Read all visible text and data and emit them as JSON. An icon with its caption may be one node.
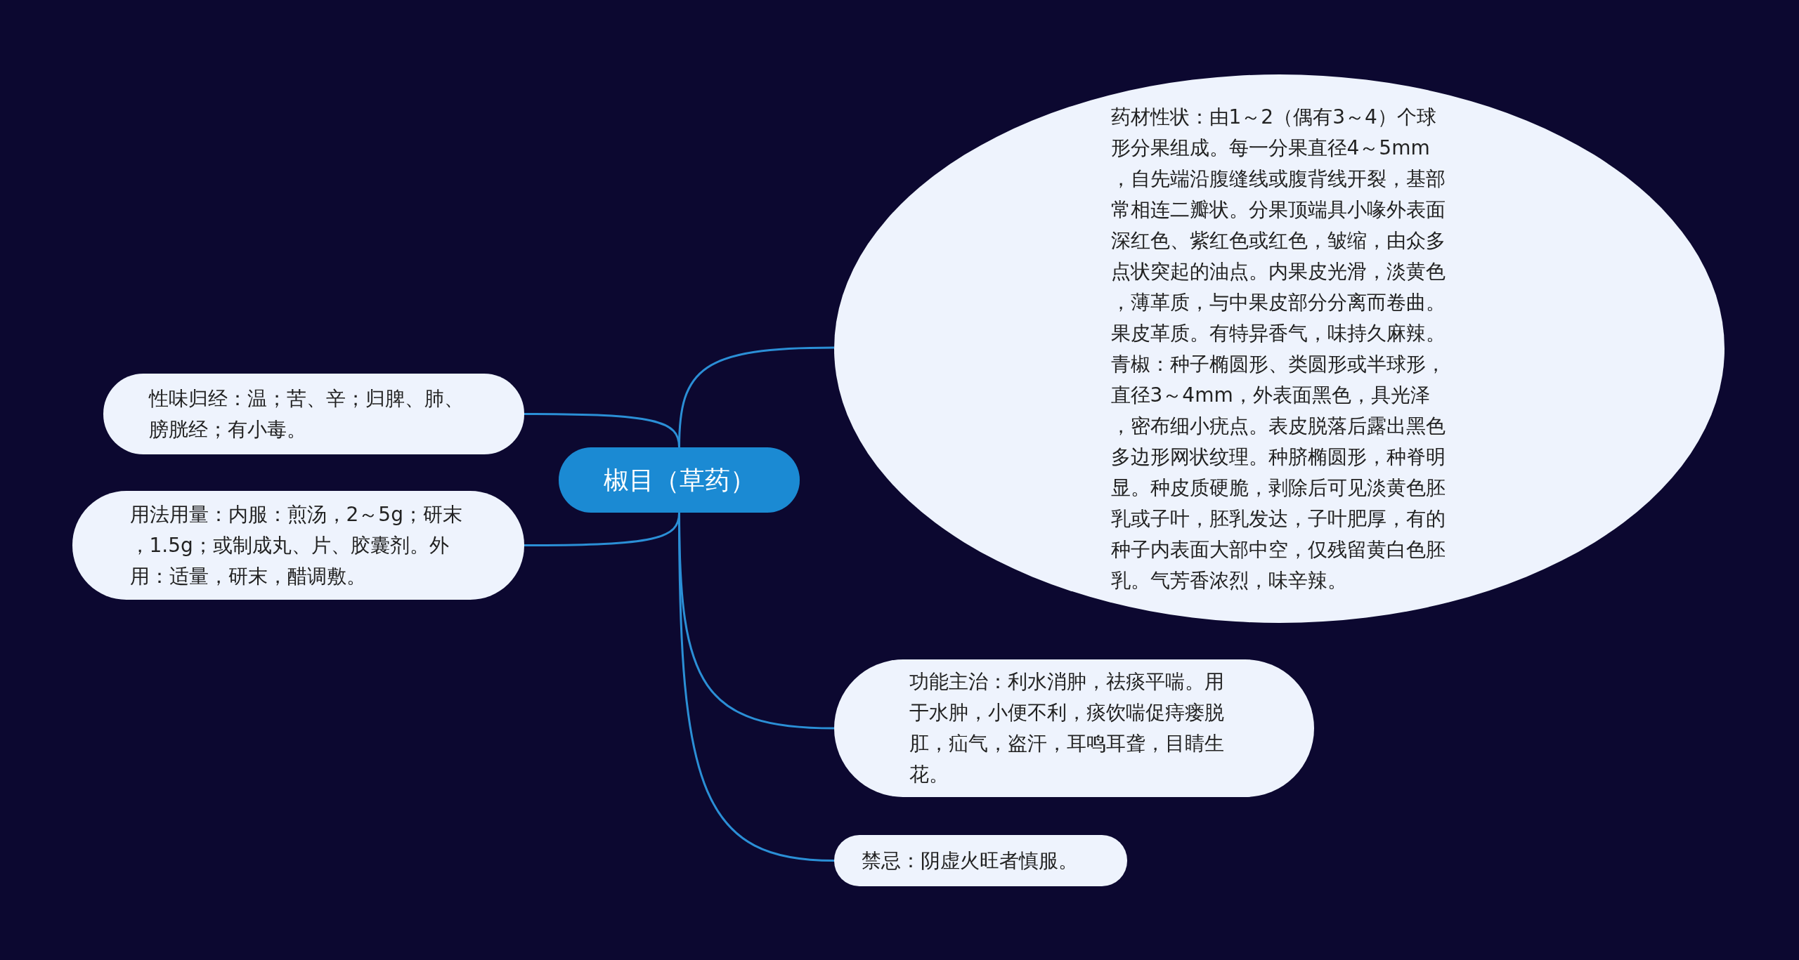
{
  "diagram": {
    "nodes": [
      {
        "text": [
          "椒目（草药）"
        ]
      },
      {
        "text": [
          "药材性状：由1～2（偶有3～4）个球形分果组成。每一分果直径4～5mm，自先端沿腹缝线或腹背线开裂，基部常相连二瓣状。分果顶端具小喙外表面深红色、紫红色或红色，皱缩，由众多点状突起的油点。内果皮光滑，淡黄色，薄革质，与中果皮部分分离而卷曲。果皮革质。有特异香气，味持久麻辣。青椒：种子椭圆形、类圆形或半球形，直径3～4mm，外表面黑色，具光泽，密布细小疣点。表皮脱落后露出黑色多边形网状纹理。种脐椭圆形，种脊明显。种皮质硬脆，剥除后可见淡黄色胚乳或子叶，胚乳发达，子叶肥厚，有的种子内表面大部中空，仅残留黄白色胚乳。气芳香浓烈，味辛辣。"
        ]
      },
      {
        "text": [
          "性味归经：温；苦、辛；归脾、肺、膀胱经；有小毒。"
        ]
      },
      {
        "text": [
          "用法用量：内服：煎汤，2～5g；研末，1.5g；或制成丸、片、胶囊剂。外用：适量，研末，醋调敷。"
        ]
      },
      {
        "text": [
          "功能主治：利水消肿，祛痰平喘。用于水肿，小便不利，痰饮喘促痔瘘脱肛，疝气，盗汗，耳鸣耳聋，目睛生花。"
        ]
      },
      {
        "text": [
          "禁忌：阴虚火旺者慎服。"
        ]
      }
    ],
    "edges": [
      {
        "from": 0,
        "to": 1,
        "arrow": "none"
      },
      {
        "from": 0,
        "to": 2,
        "arrow": "none"
      },
      {
        "from": 0,
        "to": 3,
        "arrow": "none"
      },
      {
        "from": 0,
        "to": 4,
        "arrow": "none"
      },
      {
        "from": 0,
        "to": 5,
        "arrow": "none"
      }
    ]
  }
}
